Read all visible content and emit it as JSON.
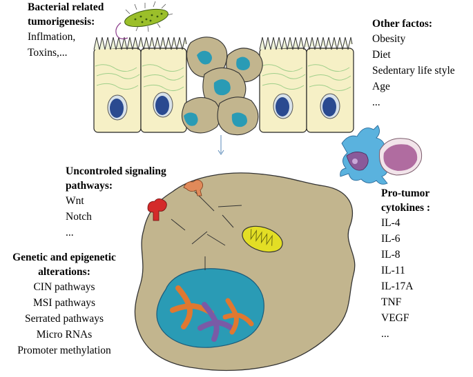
{
  "bacterial": {
    "title": [
      "Bacterial related",
      "tumorigenesis:"
    ],
    "items": [
      "Inflmation,",
      "Toxins,..."
    ]
  },
  "other": {
    "title": "Other factos:",
    "items": [
      "Obesity",
      "Diet",
      "Sedentary life style",
      "Age",
      "..."
    ]
  },
  "signaling": {
    "title": [
      "Uncontroled signaling",
      "pathways:"
    ],
    "items": [
      "Wnt",
      "Notch",
      "..."
    ]
  },
  "genetic": {
    "title": [
      "Genetic and epigenetic",
      "alterations:"
    ],
    "items": [
      "CIN pathways",
      "MSI pathways",
      "Serrated pathways",
      "Micro RNAs",
      "Promoter methylation"
    ]
  },
  "cytokines": {
    "title": [
      "Pro-tumor",
      "cytokines :"
    ],
    "items": [
      "IL-4",
      "IL-6",
      "IL-8",
      "IL-11",
      "IL-17A",
      "TNF",
      "VEGF",
      "..."
    ]
  },
  "colors": {
    "cell_body": "#c2b58e",
    "nucleus": "#2a9bb5",
    "epithelium": "#f6f0c6",
    "epithelial_nucleus": "#2a4a90",
    "mitochondrion": "#e3de25",
    "receptor_red": "#d42a2a",
    "receptor_orange": "#e08a5a",
    "chromosome_orange": "#e07830",
    "chromosome_purple": "#7a5aa6",
    "immune_cell": "#5ab2de"
  }
}
